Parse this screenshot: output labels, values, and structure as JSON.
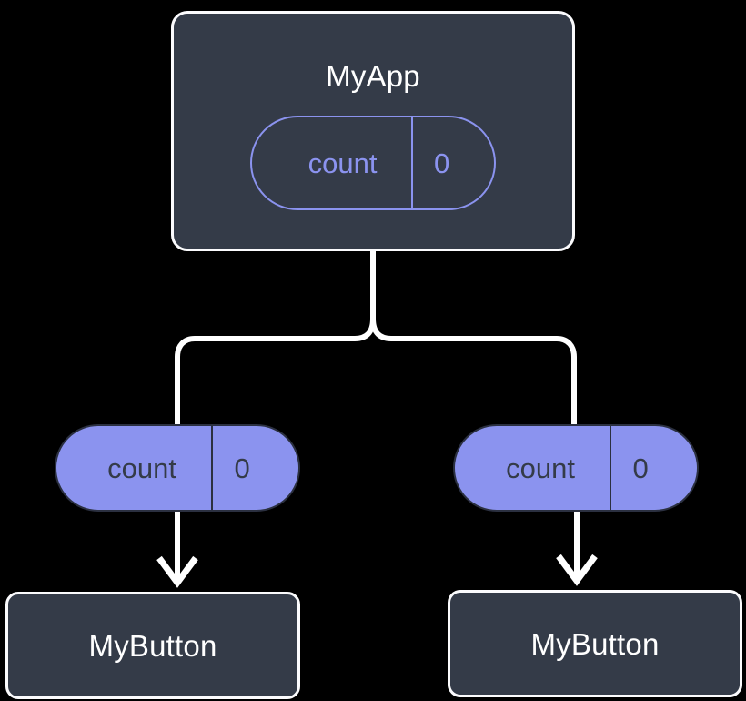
{
  "diagram": {
    "type": "component-state-tree",
    "background_color": "#000000",
    "accent_color": "#8b93ef",
    "card_color": "#343b48",
    "line_color": "#ffffff",
    "nodes": {
      "root": {
        "title": "MyApp",
        "state_pill": {
          "key": "count",
          "value": "0",
          "style": "outline"
        }
      },
      "children": [
        {
          "title": "MyButton",
          "prop_pill": {
            "key": "count",
            "value": "0",
            "style": "filled"
          }
        },
        {
          "title": "MyButton",
          "prop_pill": {
            "key": "count",
            "value": "0",
            "style": "filled"
          }
        }
      ]
    },
    "connectors": {
      "fork_label": "parent-to-children-fork",
      "arrow_label": "prop-flow-arrow"
    }
  }
}
